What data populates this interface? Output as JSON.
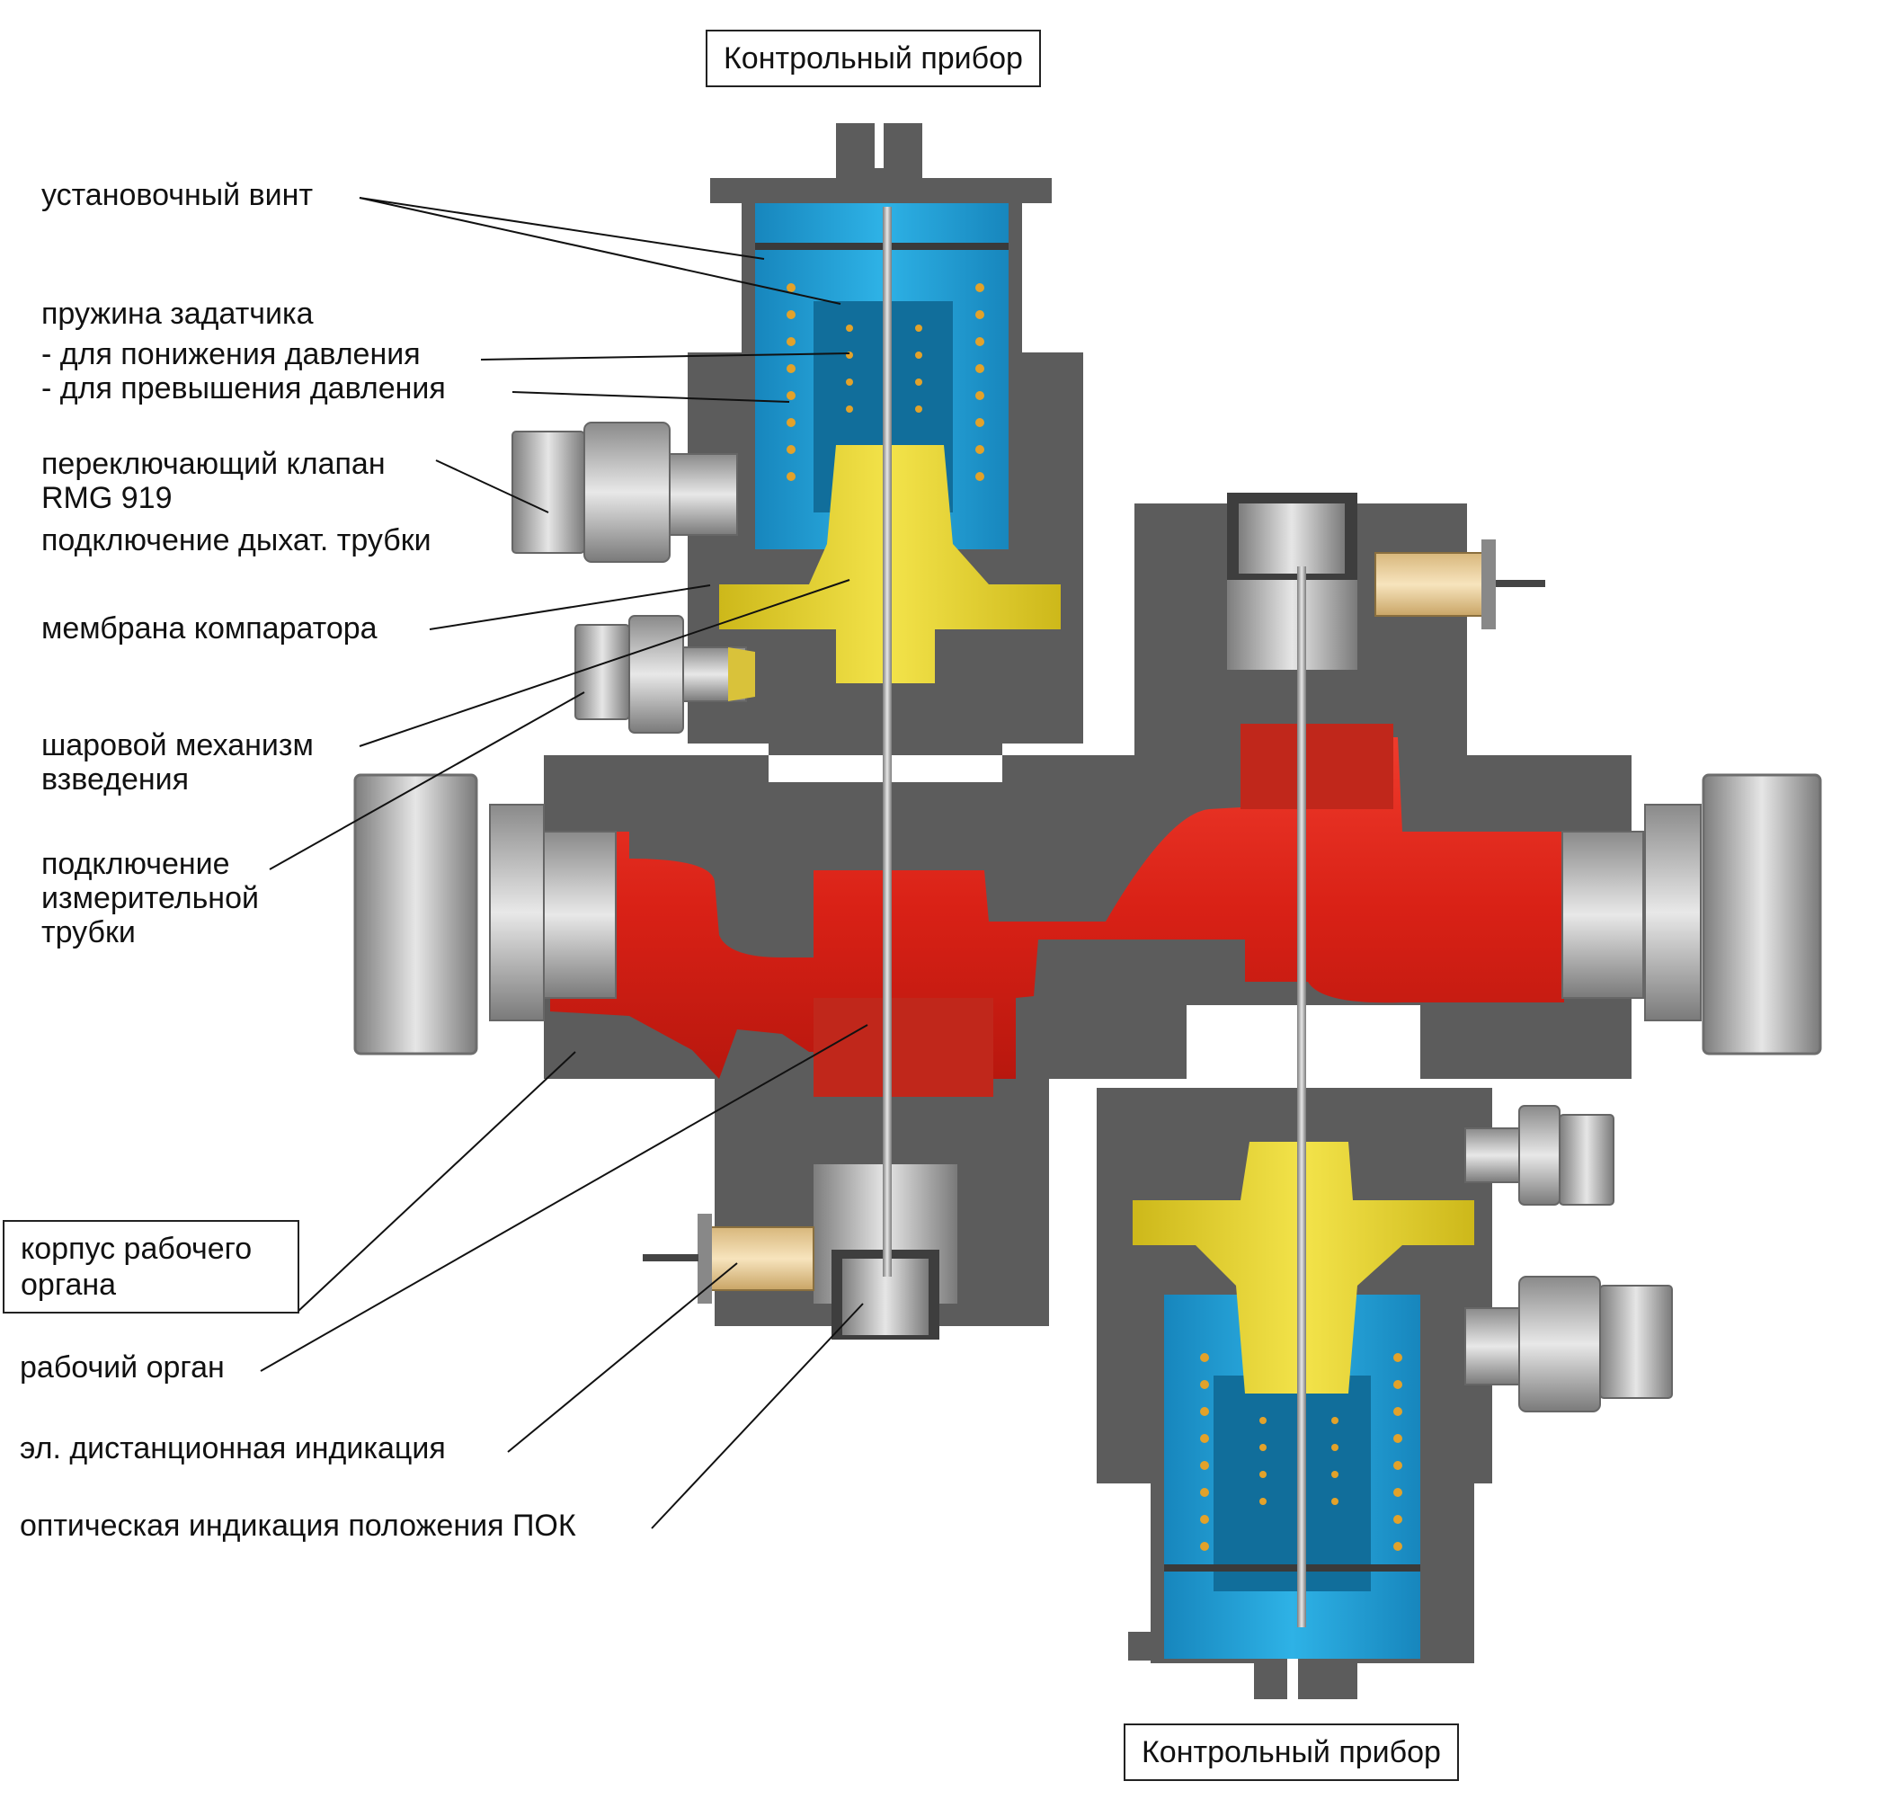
{
  "top_box_label": "Контрольный прибор",
  "bottom_box_label": "Контрольный прибор",
  "labels": {
    "set_screw": "установочный винт",
    "setpoint_spring": "пружина задатчика",
    "spring_reduce": "- для понижения давления",
    "spring_exceed": "- для превышения давления",
    "switch_valve": "переключающий клапан\nRMG 919",
    "breather_connection": "подключение дыхат. трубки",
    "comparator_membrane": "мембрана компаратора",
    "ball_mechanism": "шаровой механизм\nвзведения",
    "measuring_connection": "подключение\nизмерительной\nтрубки",
    "valve_body": "корпус рабочего\nоргана",
    "actuator": "рабочий орган",
    "remote_indication": "эл. дистанционная индикация",
    "optical_indication": "оптическая индикация положения ПОК"
  },
  "colors": {
    "body": "#5c5c5c",
    "body_dark": "#3e3e3e",
    "gas": "#e02a1f",
    "spring_chamber": "#1d9fd4",
    "membrane_chamber": "#e8d523",
    "metal": "#a9a9a9",
    "indicator": "#e9c98f"
  }
}
